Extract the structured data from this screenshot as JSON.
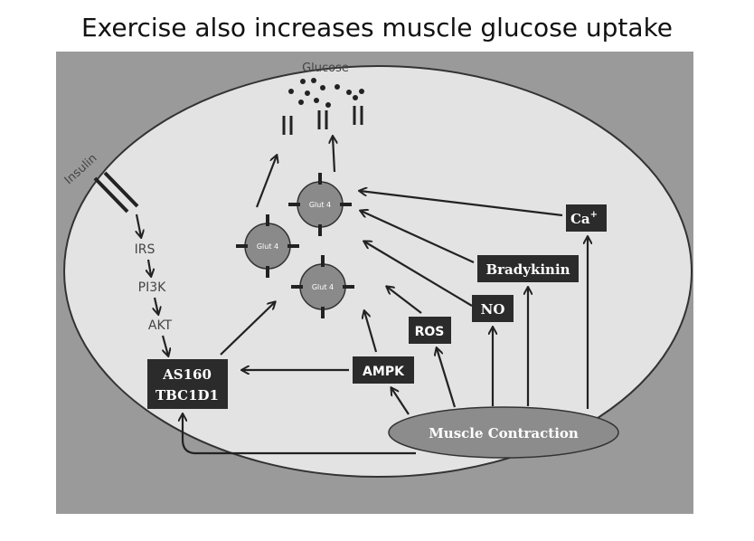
{
  "title": "Exercise also increases muscle glucose uptake",
  "diagram": {
    "glucose_label": "Glucose",
    "insulin_label": "Insulin",
    "pathway": [
      "IRS",
      "PI3K",
      "AKT"
    ],
    "as160_line1": "AS160",
    "as160_line2": "TBC1D1",
    "glut4_label": "Glut 4",
    "nodes": {
      "ca": "Ca",
      "ca_sup": "+",
      "bradykinin": "Bradykinin",
      "no": "NO",
      "ros": "ROS",
      "ampk": "AMPK",
      "muscle_contraction": "Muscle Contraction"
    },
    "colors": {
      "panel": "#9a9a9a",
      "cell": "#e3e3e3",
      "box": "#2b2b2b",
      "glut": "#8a8a8a",
      "contraction": "#8c8c8c"
    }
  }
}
